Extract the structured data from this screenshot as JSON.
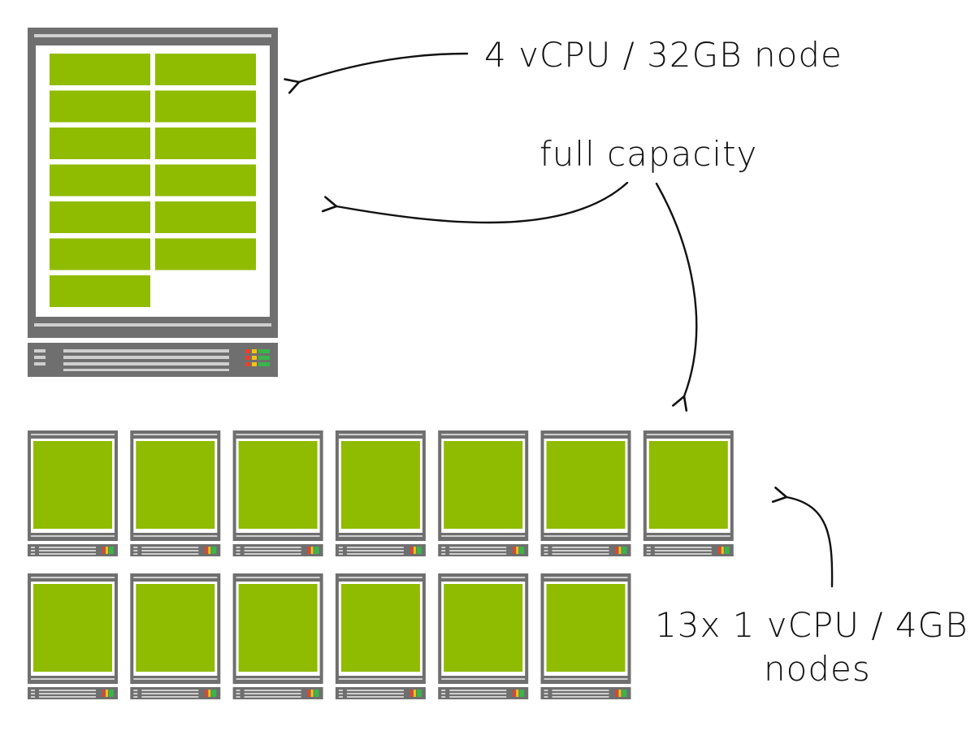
{
  "colors": {
    "frame": "#6f6f6f",
    "panel": "#ffffff",
    "workload": "#8fbb00",
    "slot_line": "#cfcfcf",
    "led_red": "#e8412b",
    "led_yellow": "#f4c20d",
    "led_green": "#39b54a",
    "ink": "#111111"
  },
  "labels": {
    "big_node": "4 vCPU / 32GB node",
    "capacity": "full capacity",
    "small_nodes_line1": "13x 1 vCPU / 4GB",
    "small_nodes_line2": "nodes"
  },
  "big_node": {
    "icon": "server-icon",
    "workload_blocks": 13,
    "columns": 2
  },
  "small_nodes": {
    "icon": "server-icon",
    "count": 13,
    "rows": [
      7,
      6
    ]
  }
}
